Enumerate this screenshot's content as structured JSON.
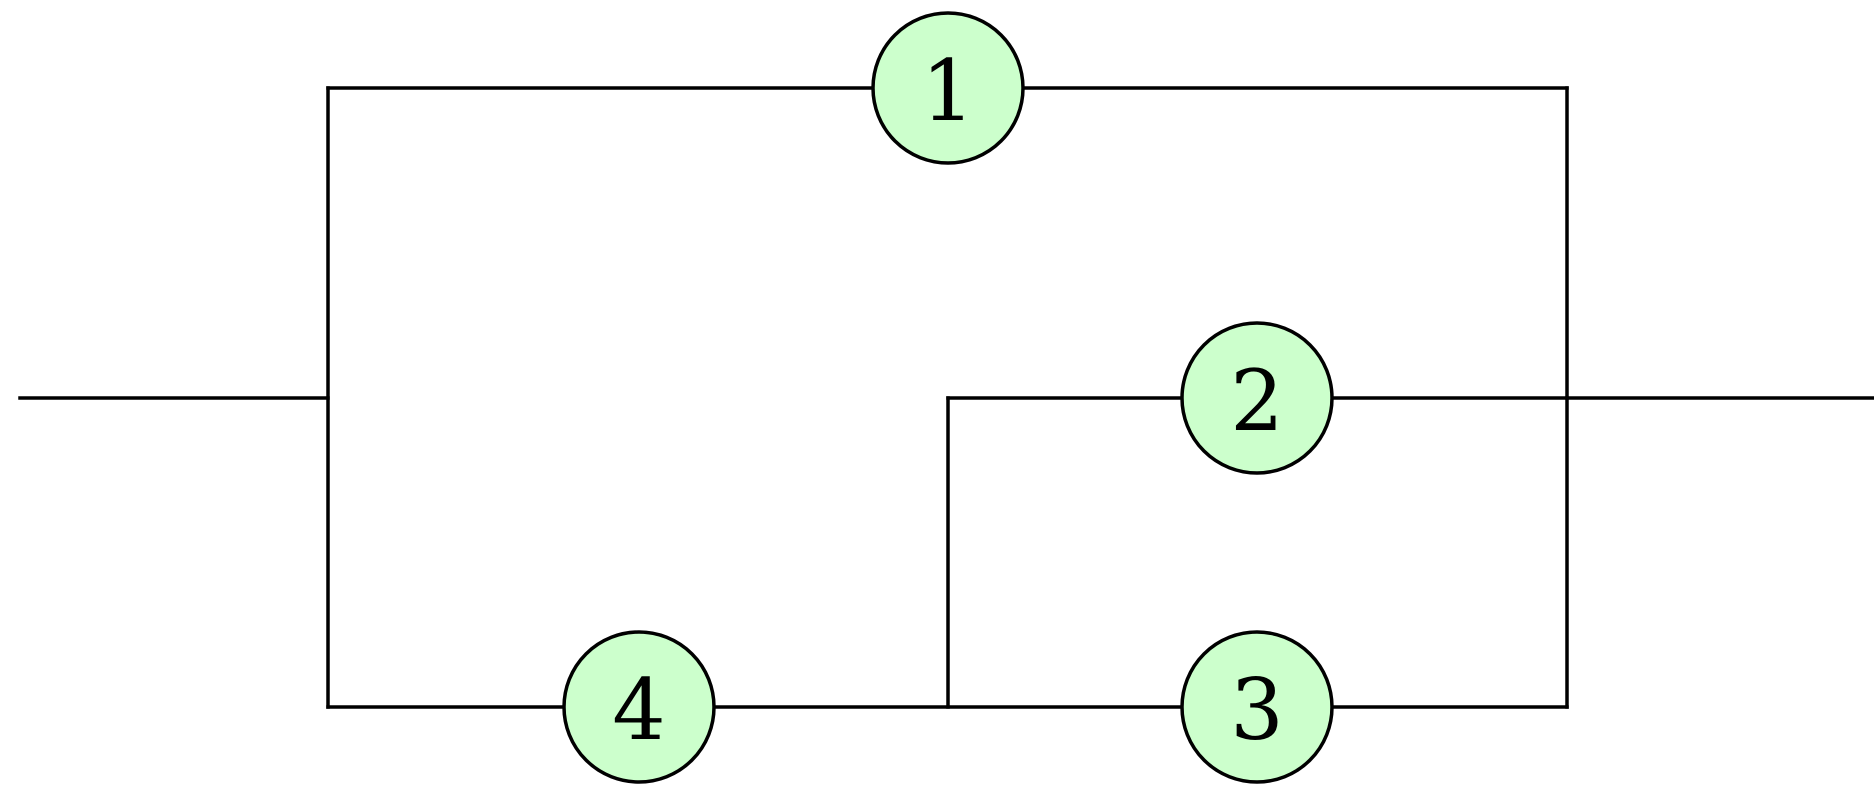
{
  "diagram": {
    "node_fill": "#ccffcc",
    "line_color": "#000000",
    "nodes": [
      {
        "label": "1"
      },
      {
        "label": "2"
      },
      {
        "label": "3"
      },
      {
        "label": "4"
      }
    ]
  }
}
